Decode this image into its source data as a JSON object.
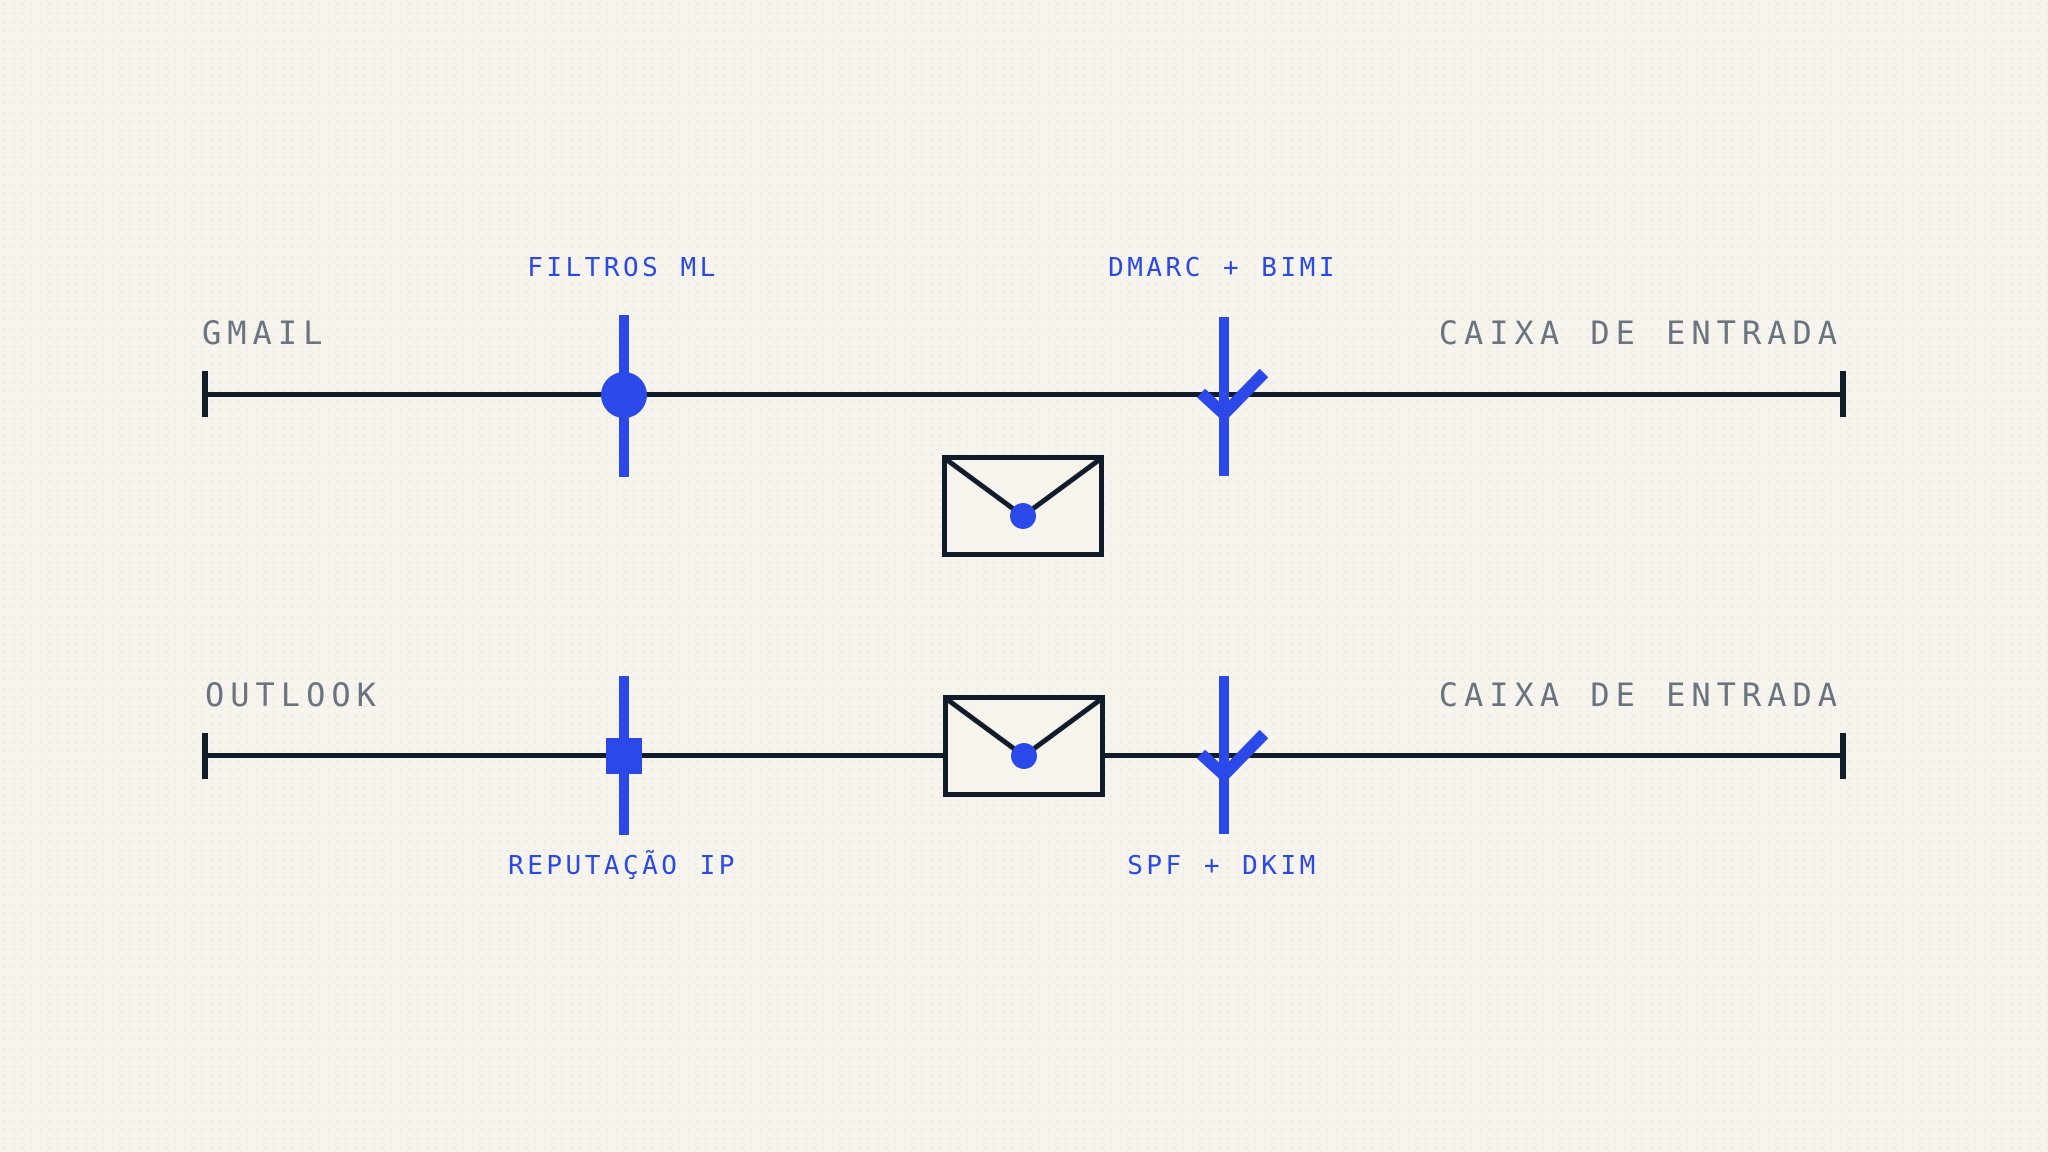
{
  "diagram": {
    "description": "Email deliverability paths diagram",
    "colors": {
      "background": "#f6f4ed",
      "dot_grid": "#eae7db",
      "timeline": "#111c2b",
      "accent_blue": "#2a49e8",
      "endpoint_text": "#6a7480"
    },
    "lanes": [
      {
        "source": "GMAIL",
        "destination": "CAIXA DE ENTRADA",
        "checkpoints": [
          {
            "label": "FILTROS ML",
            "marker": "circle-node",
            "label_side": "above"
          },
          {
            "label": "DMARC + BIMI",
            "marker": "checkmark",
            "label_side": "above"
          }
        ]
      },
      {
        "source": "OUTLOOK",
        "destination": "CAIXA DE ENTRADA",
        "checkpoints": [
          {
            "label": "REPUTAÇÃO IP",
            "marker": "square-node",
            "label_side": "below"
          },
          {
            "label": "SPF + DKIM",
            "marker": "checkmark",
            "label_side": "below"
          }
        ]
      }
    ],
    "icons": [
      {
        "name": "envelope-with-dot",
        "count": 2
      }
    ]
  }
}
